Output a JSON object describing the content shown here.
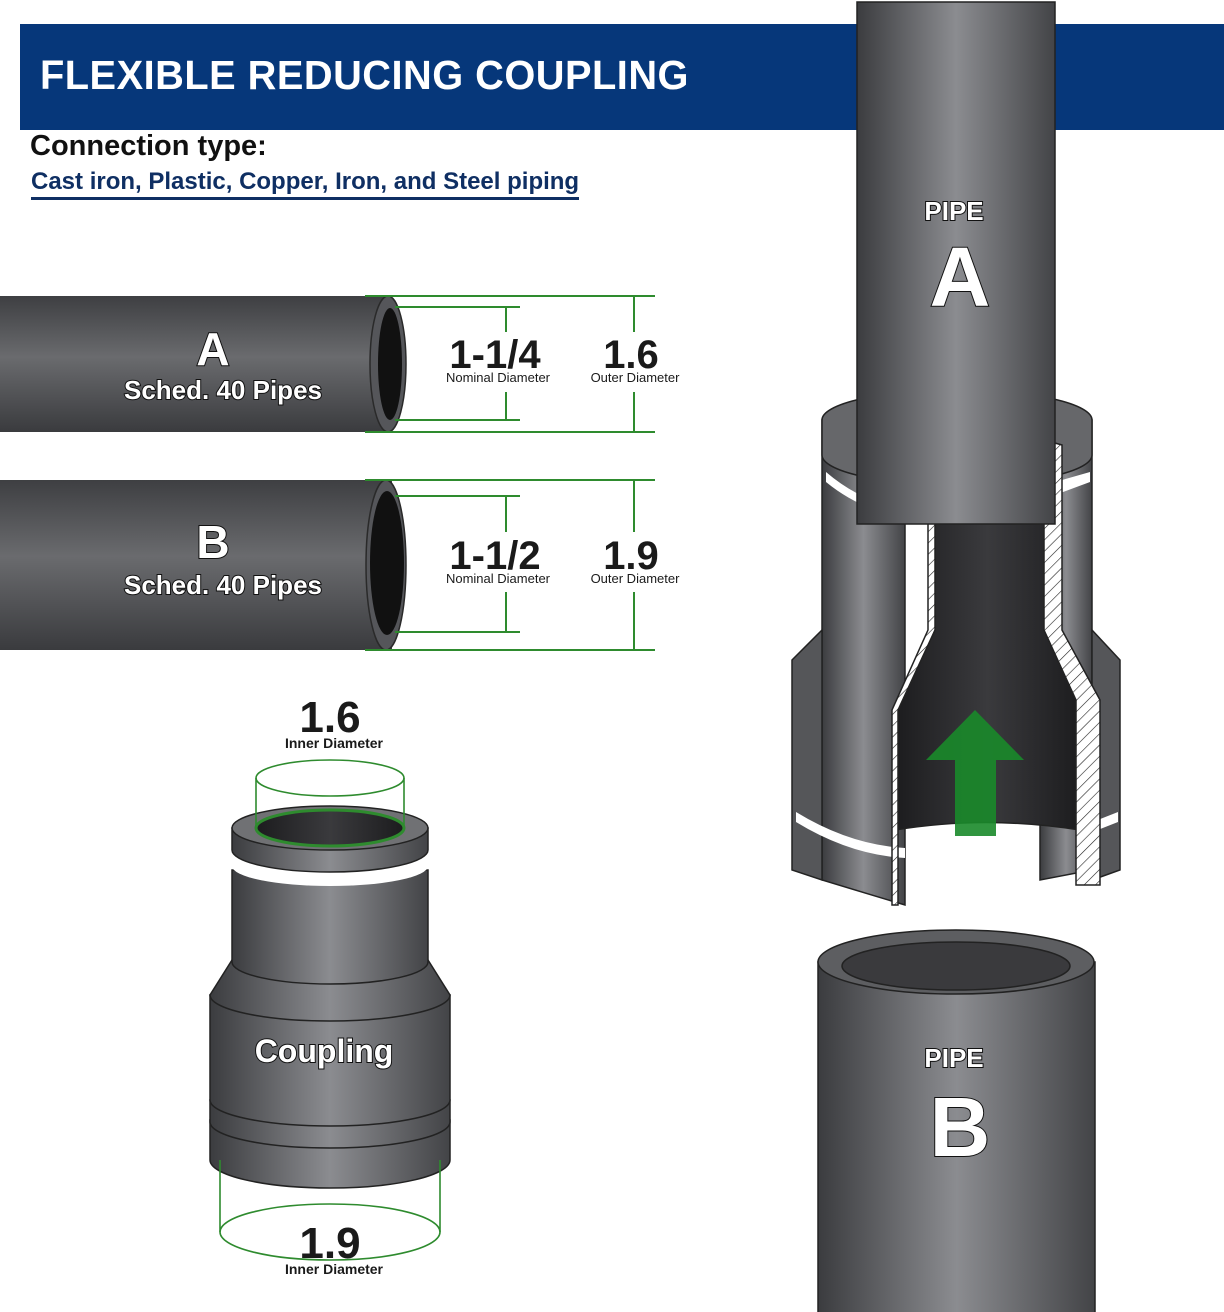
{
  "header": {
    "title": "FLEXIBLE REDUCING COUPLING",
    "brand_color": "#06377a"
  },
  "connection": {
    "label": "Connection type:",
    "value": "Cast iron, Plastic, Copper, Iron, and Steel piping"
  },
  "pipes": [
    {
      "letter": "A",
      "schedule": "Sched. 40 Pipes",
      "nominal_value": "1-1/4",
      "nominal_label": "Nominal Diameter",
      "outer_value": "1.6",
      "outer_label": "Outer Diameter"
    },
    {
      "letter": "B",
      "schedule": "Sched. 40 Pipes",
      "nominal_value": "1-1/2",
      "nominal_label": "Nominal Diameter",
      "outer_value": "1.9",
      "outer_label": "Outer Diameter"
    }
  ],
  "coupling": {
    "label": "Coupling",
    "top_value": "1.6",
    "top_label": "Inner Diameter",
    "bottom_value": "1.9",
    "bottom_label": "Inner Diameter"
  },
  "assembly": {
    "pipe_a_word": "PIPE",
    "pipe_a_letter": "A",
    "pipe_b_word": "PIPE",
    "pipe_b_letter": "B",
    "arrow_color": "#1a8a2a"
  },
  "colors": {
    "dimension_line": "#2e8b2e",
    "pipe_gray": "#5a5b5e"
  }
}
